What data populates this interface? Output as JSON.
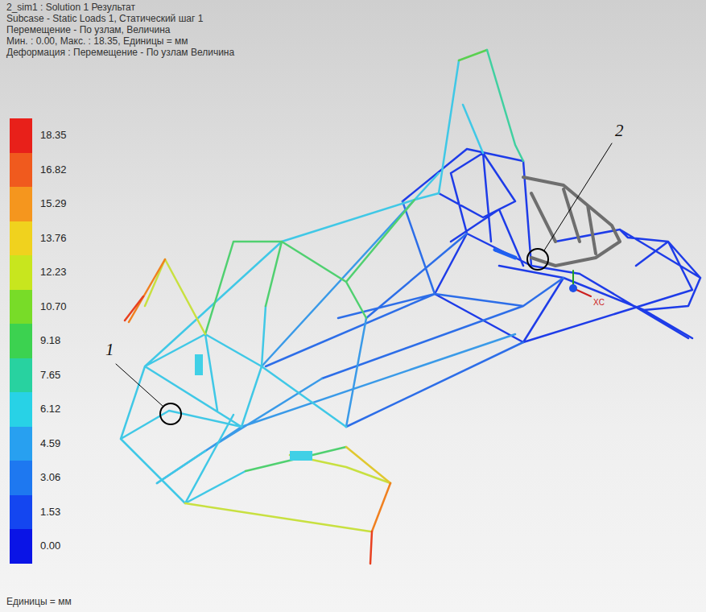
{
  "diagram": {
    "labels": [
      "2_sim1 : Solution 1 Результат",
      "Subcase - Static Loads 1, Статический шаг 1",
      "Перемещение - По узлам, Величина",
      "Мин. : 0.00, Макс. : 18.35, Единицы = мм",
      "Деформация : Перемещение - По узлам Величина",
      "XC",
      "1",
      "2",
      "Единицы = мм"
    ],
    "legend": [
      {
        "text": "18.35",
        "color": "#e8201a"
      },
      {
        "text": "16.82",
        "color": "#f05a1e"
      },
      {
        "text": "15.29",
        "color": "#f5961e"
      },
      {
        "text": "13.76",
        "color": "#f0d21e"
      },
      {
        "text": "12.23",
        "color": "#c8e61e"
      },
      {
        "text": "10.70",
        "color": "#78dc28"
      },
      {
        "text": "9.18",
        "color": "#3cd250"
      },
      {
        "text": "7.65",
        "color": "#28d2a0"
      },
      {
        "text": "6.12",
        "color": "#28d2e6"
      },
      {
        "text": "4.59",
        "color": "#28a0f0"
      },
      {
        "text": "3.06",
        "color": "#1e78f0"
      },
      {
        "text": "1.53",
        "color": "#1446f0"
      },
      {
        "text": "0.00",
        "color": "#0a14e6"
      }
    ]
  }
}
